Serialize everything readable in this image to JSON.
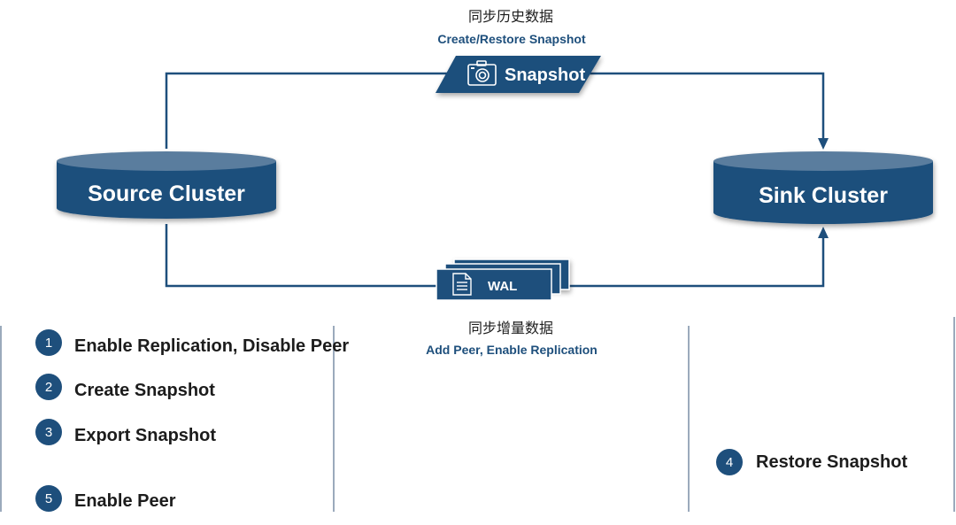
{
  "top_label": {
    "chinese": "同步历史数据",
    "english": "Create/Restore Snapshot"
  },
  "bottom_label": {
    "chinese": "同步增量数据",
    "english": "Add Peer, Enable Replication"
  },
  "source_cluster": {
    "label": "Source Cluster"
  },
  "sink_cluster": {
    "label": "Sink Cluster"
  },
  "snapshot_tag": {
    "label": "Snapshot",
    "icon": "camera-icon"
  },
  "wal_tag": {
    "label": "WAL",
    "icon": "document-icon"
  },
  "steps": {
    "s1": {
      "num": "1",
      "label": "Enable Replication, Disable Peer"
    },
    "s2": {
      "num": "2",
      "label": "Create Snapshot"
    },
    "s3": {
      "num": "3",
      "label": "Export Snapshot"
    },
    "s4": {
      "num": "4",
      "label": "Restore Snapshot"
    },
    "s5": {
      "num": "5",
      "label": "Enable Peer"
    }
  },
  "colors": {
    "primary": "#1e4f7c",
    "cylinder_top": "#5a7d9e",
    "text": "#1c1c1c",
    "divider": "#7a8ea6"
  }
}
